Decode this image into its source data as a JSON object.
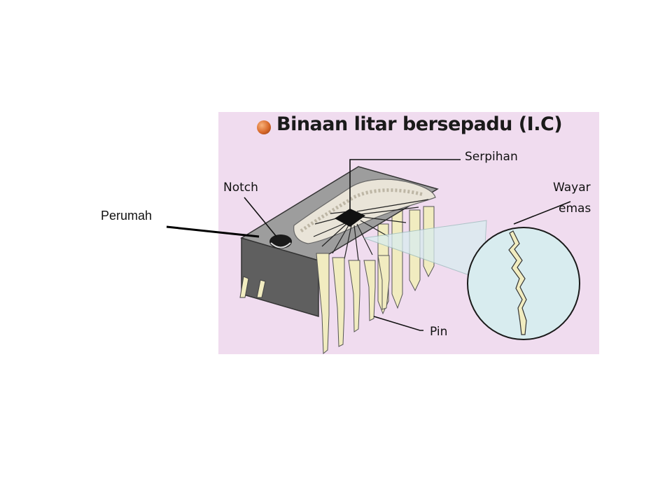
{
  "diagram": {
    "title": "Binaan litar bersepadu (I.C)",
    "labels": {
      "notch": "Notch",
      "serpihan": "Serpihan",
      "wayar_emas_line1": "Wayar",
      "wayar_emas_line2": "emas",
      "pin": "Pin",
      "perumah": "Perumah"
    }
  },
  "colors": {
    "background": "#f0dcef",
    "housing_top": "#9a9a9a",
    "housing_side": "#5e5e5e",
    "pins": "#f1ecc0",
    "chip": "#111111",
    "magnifier": "#d8ecef",
    "bullet": "#d8692a"
  }
}
